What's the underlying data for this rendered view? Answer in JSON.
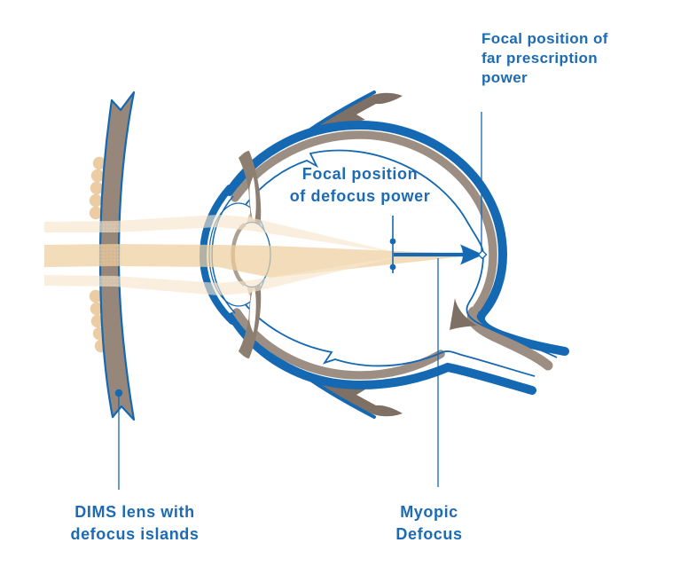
{
  "labels": {
    "far_prescription": [
      "Focal position of",
      "far prescription",
      "power"
    ],
    "defocus_power": [
      "Focal position",
      "of defocus power"
    ],
    "myopic_defocus": [
      "Myopic",
      "Defocus"
    ],
    "dims_lens": [
      "DIMS lens with",
      "defocus islands"
    ]
  },
  "colors": {
    "accent_blue": "#1568b2",
    "text_blue": "#1c6bb4",
    "taupe": "#97877b",
    "choroid_taupe": "#9d8e83",
    "muscle_brown": "#7e7065",
    "iris_brown": "#8d7e72",
    "zonule_beige": "#d9c4a6",
    "lens_rim": "#aca091",
    "ray_beige": "#efcf9f",
    "ray_light_beige": "#f7e5c9",
    "island_beige": "#eccda3"
  }
}
